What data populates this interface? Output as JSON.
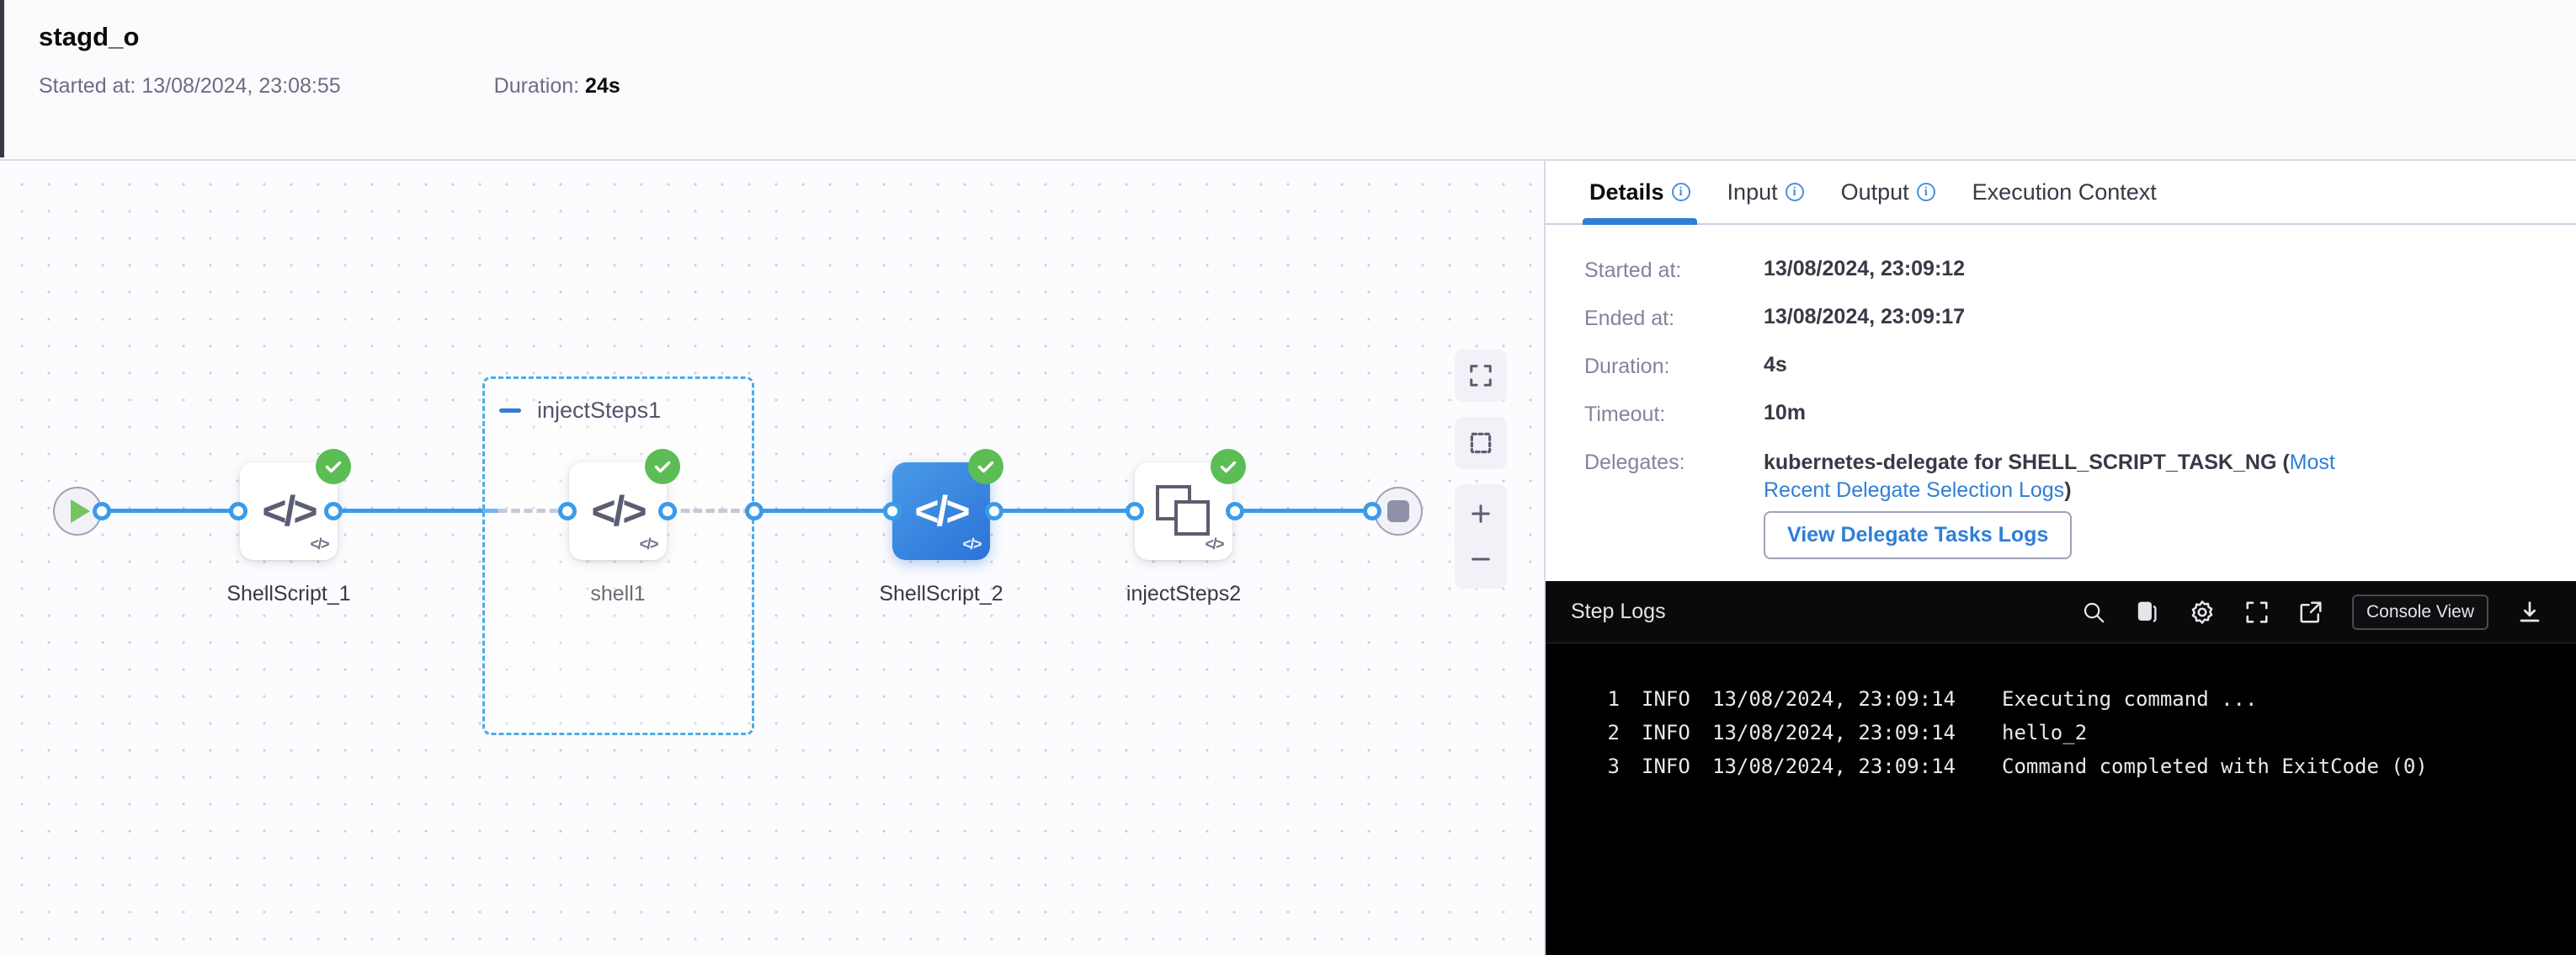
{
  "header": {
    "title": "stagd_o",
    "started_label": "Started at:",
    "started_value": "13/08/2024, 23:08:55",
    "duration_label": "Duration:",
    "duration_value": "24s"
  },
  "canvas": {
    "controls": [
      {
        "name": "fit-to-screen-icon",
        "label": "Fit to screen"
      },
      {
        "name": "selection-box-icon",
        "label": "Selection box"
      },
      {
        "name": "zoom-in-icon",
        "label": "Zoom in"
      },
      {
        "name": "zoom-out-icon",
        "label": "Zoom out"
      }
    ],
    "start_node": {
      "icon": "play-icon"
    },
    "end_node": {
      "icon": "stop-icon"
    },
    "group": {
      "title": "injectSteps1",
      "collapse_icon": "collapse-dash-icon"
    },
    "nodes": [
      {
        "label": "ShellScript_1",
        "icon": "code-icon",
        "status": "success",
        "selected": false
      },
      {
        "label": "shell1",
        "icon": "code-icon",
        "status": "success",
        "selected": false
      },
      {
        "label": "ShellScript_2",
        "icon": "code-icon",
        "status": "success",
        "selected": true
      },
      {
        "label": "injectSteps2",
        "icon": "duplicate-icon",
        "status": "success",
        "selected": false
      }
    ],
    "node_mini_glyph": "</>",
    "code_glyph": "</>"
  },
  "panel": {
    "tabs": [
      {
        "label": "Details",
        "info": true,
        "active": true
      },
      {
        "label": "Input",
        "info": true,
        "active": false
      },
      {
        "label": "Output",
        "info": true,
        "active": false
      },
      {
        "label": "Execution Context",
        "info": false,
        "active": false
      }
    ],
    "details": {
      "started_at_key": "Started at:",
      "started_at_val": "13/08/2024, 23:09:12",
      "ended_at_key": "Ended at:",
      "ended_at_val": "13/08/2024, 23:09:17",
      "duration_key": "Duration:",
      "duration_val": "4s",
      "timeout_key": "Timeout:",
      "timeout_val": "10m",
      "delegates_key": "Delegates:",
      "delegates_val": "kubernetes-delegate for SHELL_SCRIPT_TASK_NG (",
      "delegates_link": "Most Recent Delegate Selection Logs",
      "delegates_val_end": ")",
      "view_logs_button": "View Delegate Tasks Logs"
    }
  },
  "logs": {
    "title": "Step Logs",
    "tools": [
      {
        "name": "search-icon"
      },
      {
        "name": "copy-icon"
      },
      {
        "name": "gear-icon"
      },
      {
        "name": "fullscreen-icon"
      },
      {
        "name": "external-link-icon"
      }
    ],
    "console_view_label": "Console View",
    "download_icon": "download-icon",
    "lines": [
      {
        "no": "1",
        "level": "INFO",
        "ts": "13/08/2024, 23:09:14",
        "msg": "Executing command ..."
      },
      {
        "no": "2",
        "level": "INFO",
        "ts": "13/08/2024, 23:09:14",
        "msg": "hello_2"
      },
      {
        "no": "3",
        "level": "INFO",
        "ts": "13/08/2024, 23:09:14",
        "msg": "Command completed with ExitCode (0)"
      }
    ]
  },
  "colors": {
    "accent": "#2f7fd6",
    "edge": "#3a9bea",
    "success": "#5bbd54",
    "group_border": "#4aade8"
  }
}
